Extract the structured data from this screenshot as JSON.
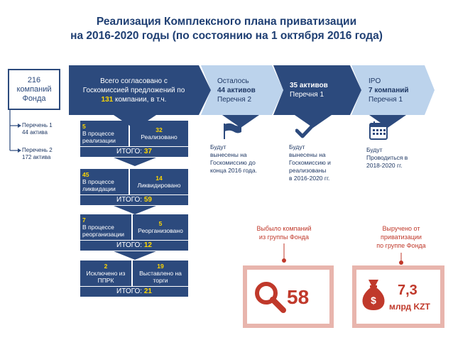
{
  "title": {
    "line1": "Реализация Комплексного плана приватизации",
    "line2": "на 2016-2020 годы  (по состоянию на 1 октября 2016 года)"
  },
  "fund_box": {
    "num": "216",
    "line2": "компаний",
    "line3": "Фонда"
  },
  "chevrons": {
    "agreed": {
      "line1": "Всего согласовано с",
      "line2": "Госкомиссией предложений по",
      "num": "131",
      "line3_rest": " компании, в т.ч."
    },
    "remaining": {
      "line1": "Осталось",
      "line2": "44 активов",
      "line3": "Перечня 2"
    },
    "assets35": {
      "line1": "35 активов",
      "line2": "Перечня 1"
    },
    "ipo": {
      "line1": "IPO",
      "line2": "7 компаний",
      "line3": "Перечня 1"
    }
  },
  "tree": {
    "list1": {
      "line1": "Перечень 1",
      "line2": "44 актива"
    },
    "list2": {
      "line1": "Перечень 2",
      "line2": "172 актива"
    }
  },
  "stages": [
    {
      "left_num": "5",
      "left_l1": "В процессе",
      "left_l2": "реализации",
      "right_num": "32",
      "right_l1": "Реализовано",
      "itogo_label": "ИТОГО: ",
      "itogo_val": "37"
    },
    {
      "left_num": "45",
      "left_l1": "В процессе",
      "left_l2": "ликвидации",
      "right_num": "14",
      "right_l1": "Ликвидировано",
      "itogo_label": "ИТОГО: ",
      "itogo_val": "59"
    },
    {
      "left_num": "7",
      "left_l1": "В процессе",
      "left_l2": "реорганизации",
      "right_num": "5",
      "right_l1": "Реорганизовано",
      "itogo_label": "ИТОГО: ",
      "itogo_val": "12"
    },
    {
      "left_num": "2",
      "left_l1": "Исключено из",
      "left_l2": "ППРК",
      "right_num": "19",
      "right_l1": "Выставлено на",
      "right_l2": "торги",
      "itogo_label": "ИТОГО: ",
      "itogo_val": "21"
    }
  ],
  "columns": {
    "flag": {
      "icon": "flag-icon",
      "l1": "Будут",
      "l2": "вынесены на",
      "l3": "Госкомиссию до",
      "l4": "конца 2016 года."
    },
    "check": {
      "icon": "checkmark-icon",
      "l1": "Будут",
      "l2": "вынесены на",
      "l3": "Госкомиссию и",
      "l4": "реализованы",
      "l5": "в 2016-2020 гг."
    },
    "calendar": {
      "icon": "calendar-icon",
      "l1": "Будут",
      "l2": "Проводиться в",
      "l3": "2018-2020 гг."
    }
  },
  "stats": {
    "exited": {
      "l1": "Выбыло компаний",
      "l2": "из группы Фонда",
      "value": "58",
      "icon": "magnifier-icon"
    },
    "revenue": {
      "l1": "Выручено от",
      "l2": "приватизации",
      "l3": "по группе Фонда",
      "value": "7,3",
      "unit": "млрд KZT",
      "icon": "money-bag-icon"
    }
  },
  "colors": {
    "navy": "#2c4a7d",
    "light_blue": "#bcd3ec",
    "yellow": "#ffd700",
    "red": "#c0392b",
    "pink": "#e8b5ad"
  }
}
